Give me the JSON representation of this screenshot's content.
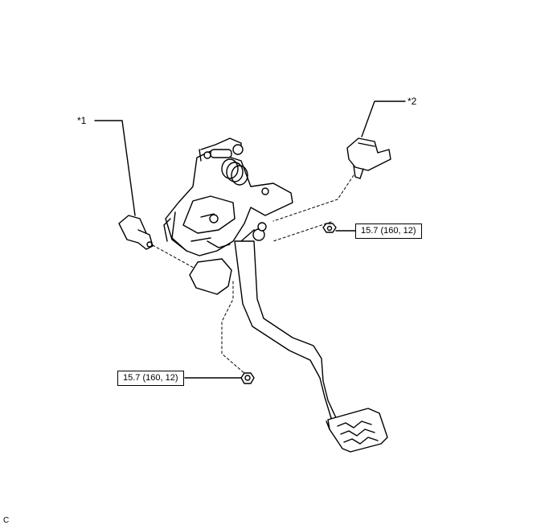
{
  "callouts": {
    "part1": "*1",
    "part2": "*2"
  },
  "torque_labels": {
    "upper": "15.7 (160, 12)",
    "lower": "15.7 (160, 12)"
  },
  "footer_code": "C"
}
